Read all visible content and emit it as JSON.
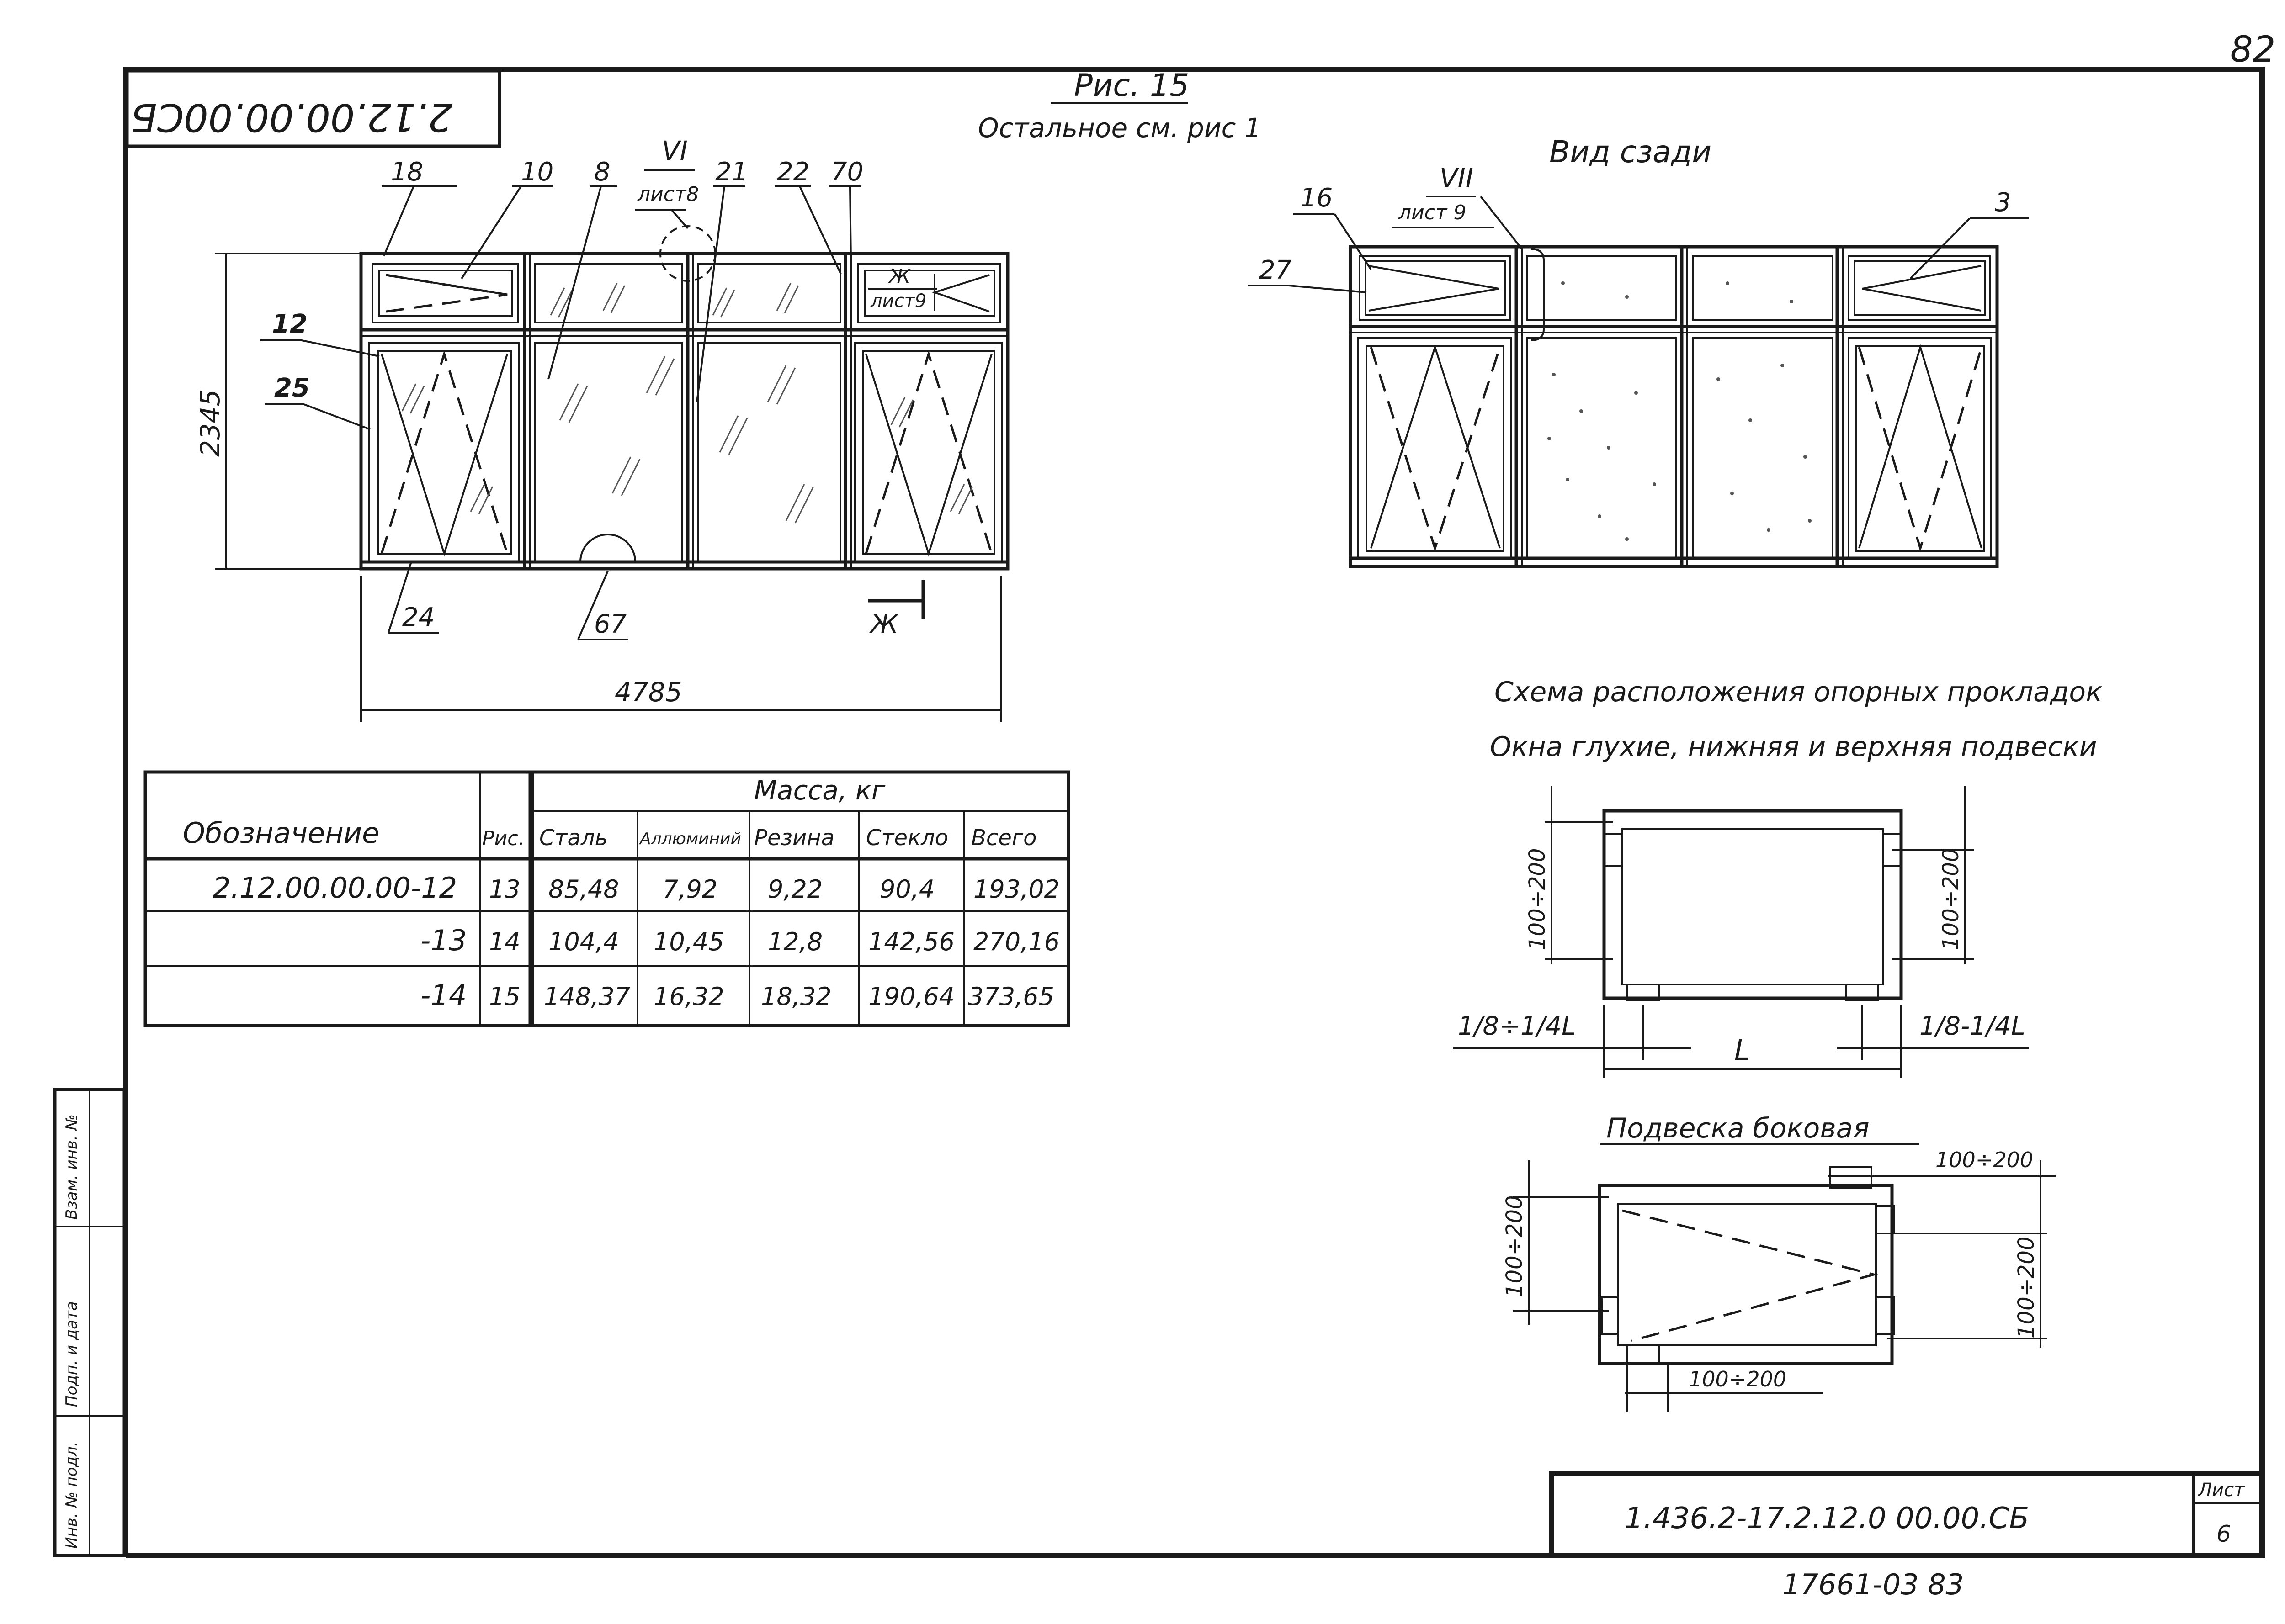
{
  "page_number": "82",
  "stamp_code": "2.12.00.00.00СБ",
  "figure": {
    "caption": "Рис. 15",
    "subcaption": "Остальное см. рис 1"
  },
  "front_view": {
    "dim_height": "2345",
    "dim_width": "4785",
    "callouts": [
      "18",
      "10",
      "8",
      "21",
      "22",
      "70",
      "12",
      "25",
      "24",
      "67"
    ],
    "node_vi": "VI",
    "node_vi_sheet": "лист8",
    "section_letter": "Ж",
    "section_sheet": "лист9",
    "section_marker": "Ж"
  },
  "rear_view": {
    "title": "Вид сзади",
    "node_vii": "VII",
    "node_vii_sheet": "лист 9",
    "callouts": [
      "16",
      "27",
      "3"
    ]
  },
  "scheme": {
    "title": "Схема расположения опорных прокладок",
    "subtitle": "Окна глухие, нижняя и верхняя подвески",
    "dim_left_vertical": "100÷200",
    "dim_right_vertical": "100÷200",
    "dim_left_bottom": "1/8÷1/4L",
    "dim_right_bottom": "1/8-1/4L",
    "dim_l": "L"
  },
  "side_hanger": {
    "title": "Подвеска боковая",
    "dim_top": "100÷200",
    "dim_left": "100÷200",
    "dim_right": "100÷200",
    "dim_bottom": "100÷200"
  },
  "mass_table": {
    "header_designation": "Обозначение",
    "header_fig": "Рис.",
    "header_mass": "Масса, кг",
    "columns": [
      "Сталь",
      "Аллюминий",
      "Резина",
      "Стекло",
      "Всего"
    ],
    "rows": [
      {
        "designation": "2.12.00.00.00-12",
        "fig": "13",
        "values": [
          "85,48",
          "7,92",
          "9,22",
          "90,4",
          "193,02"
        ]
      },
      {
        "designation": "-13",
        "fig": "14",
        "values": [
          "104,4",
          "10,45",
          "12,8",
          "142,56",
          "270,16"
        ]
      },
      {
        "designation": "-14",
        "fig": "15",
        "values": [
          "148,37",
          "16,32",
          "18,32",
          "190,64",
          "373,65"
        ]
      }
    ]
  },
  "left_margin_labels": [
    "Инв. № подл.",
    "Подп. и дата",
    "Взам. инв. №"
  ],
  "title_block": {
    "code": "1.436.2-17.2.12.0 00.00.СБ",
    "sheet_label": "Лист",
    "sheet_number": "6"
  },
  "bottom_number": "17661-03 83"
}
